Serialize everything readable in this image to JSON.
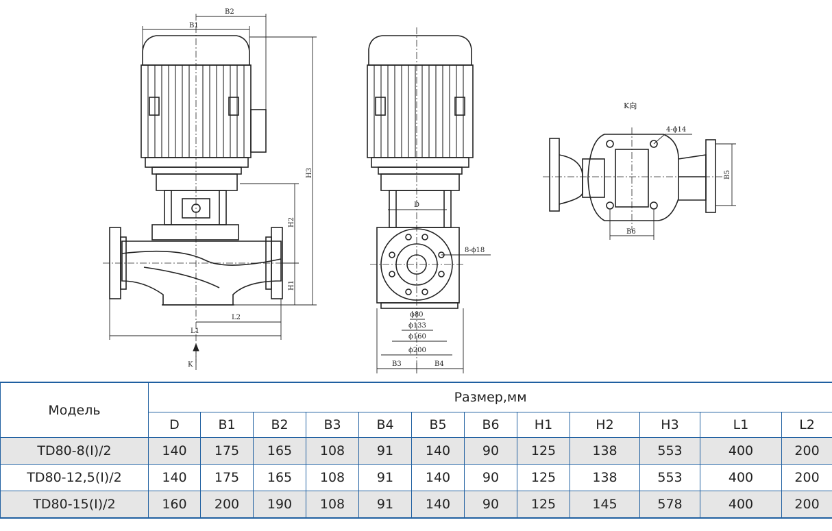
{
  "drawing": {
    "labels": {
      "b1": "B1",
      "b2": "B2",
      "h1": "H1",
      "h2": "H2",
      "h3": "H3",
      "l1": "L1",
      "l2": "L2",
      "k": "K",
      "d": "D",
      "flange_holes": "8-ϕ18",
      "d80": "ϕ80",
      "d133": "ϕ133",
      "d160": "ϕ160",
      "d200": "ϕ200",
      "b3": "B3",
      "b4": "B4",
      "k_view": "K向",
      "base_holes": "4-ϕ14",
      "b5": "B5",
      "b6": "B6"
    }
  },
  "table": {
    "model_header": "Модель",
    "size_header": "Размер,мм",
    "columns": [
      "D",
      "B1",
      "B2",
      "B3",
      "B4",
      "B5",
      "B6",
      "H1",
      "H2",
      "H3",
      "L1",
      "L2"
    ],
    "rows": [
      {
        "model": "TD80-8(I)/2",
        "values": [
          "140",
          "175",
          "165",
          "108",
          "91",
          "140",
          "90",
          "125",
          "138",
          "553",
          "400",
          "200"
        ]
      },
      {
        "model": "TD80-12,5(I)/2",
        "values": [
          "140",
          "175",
          "165",
          "108",
          "91",
          "140",
          "90",
          "125",
          "138",
          "553",
          "400",
          "200"
        ]
      },
      {
        "model": "TD80-15(I)/2",
        "values": [
          "160",
          "200",
          "190",
          "108",
          "91",
          "140",
          "90",
          "125",
          "145",
          "578",
          "400",
          "200"
        ]
      }
    ]
  }
}
